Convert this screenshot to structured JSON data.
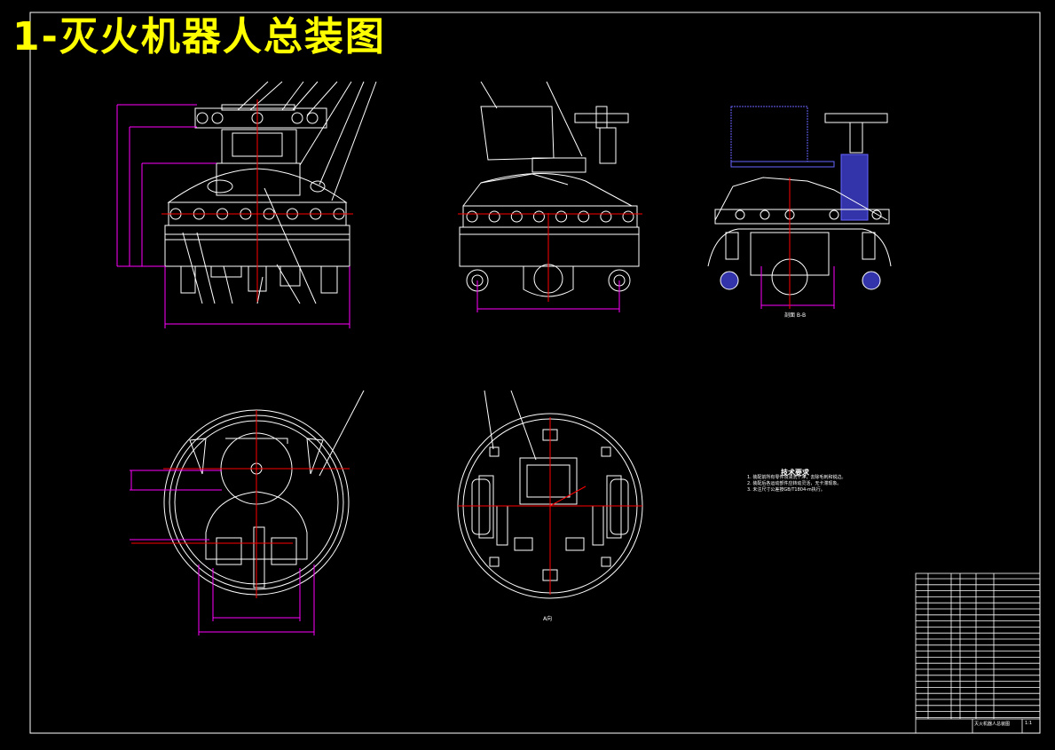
{
  "title": "1-灭火机器人总装图",
  "views": {
    "section_label": "剖面 B-B",
    "top_label": "A向"
  },
  "technical_requirements": {
    "heading": "技术要求",
    "notes": [
      "1. 装配前所有零件须清洗干净，去除毛刺和锐边。",
      "2. 装配后各运动部件应转动灵活，无卡滞现象。",
      "3. 未注尺寸公差按GB/T1804-m执行。"
    ]
  },
  "title_block": {
    "drawing_name": "灭火机器人总装图",
    "scale": "1:1"
  },
  "colors": {
    "background": "#000000",
    "title": "#ffff00",
    "linework": "#ffffff",
    "dimension": "#ff00ff",
    "centerline": "#ff0000",
    "hatch": "#3333ff"
  }
}
